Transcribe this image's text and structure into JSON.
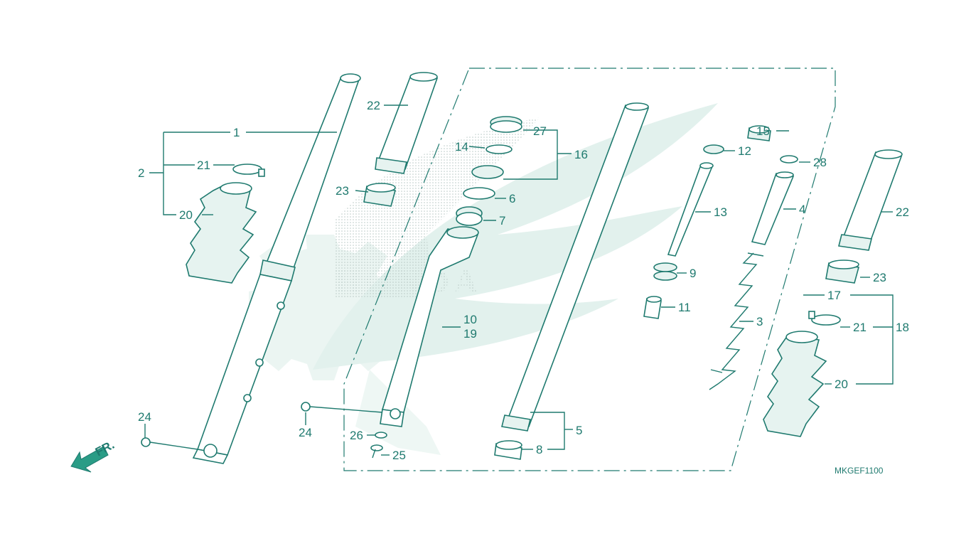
{
  "diagram": {
    "drawing_code": "MKGEF1100",
    "front_label": "FR.",
    "watermark_text": "HONDA",
    "colors": {
      "line": "#1f7a6f",
      "watermark": "#e2f1ed",
      "background": "#ffffff"
    },
    "callouts": [
      {
        "id": "c1",
        "text": "1"
      },
      {
        "id": "c2",
        "text": "2"
      },
      {
        "id": "c21a",
        "text": "21"
      },
      {
        "id": "c20a",
        "text": "20"
      },
      {
        "id": "c22a",
        "text": "22"
      },
      {
        "id": "c23a",
        "text": "23"
      },
      {
        "id": "c27",
        "text": "27"
      },
      {
        "id": "c14",
        "text": "14"
      },
      {
        "id": "c16",
        "text": "16"
      },
      {
        "id": "c6",
        "text": "6"
      },
      {
        "id": "c7",
        "text": "7"
      },
      {
        "id": "c10",
        "text": "10"
      },
      {
        "id": "c19",
        "text": "19"
      },
      {
        "id": "c24a",
        "text": "24"
      },
      {
        "id": "c24b",
        "text": "24"
      },
      {
        "id": "c26",
        "text": "26"
      },
      {
        "id": "c25",
        "text": "25"
      },
      {
        "id": "c5",
        "text": "5"
      },
      {
        "id": "c8",
        "text": "8"
      },
      {
        "id": "c15",
        "text": "15"
      },
      {
        "id": "c12",
        "text": "12"
      },
      {
        "id": "c28",
        "text": "28"
      },
      {
        "id": "c13",
        "text": "13"
      },
      {
        "id": "c4",
        "text": "4"
      },
      {
        "id": "c9",
        "text": "9"
      },
      {
        "id": "c11",
        "text": "11"
      },
      {
        "id": "c3",
        "text": "3"
      },
      {
        "id": "c22b",
        "text": "22"
      },
      {
        "id": "c23b",
        "text": "23"
      },
      {
        "id": "c17",
        "text": "17"
      },
      {
        "id": "c21b",
        "text": "21"
      },
      {
        "id": "c18",
        "text": "18"
      },
      {
        "id": "c20b",
        "text": "20"
      }
    ]
  }
}
